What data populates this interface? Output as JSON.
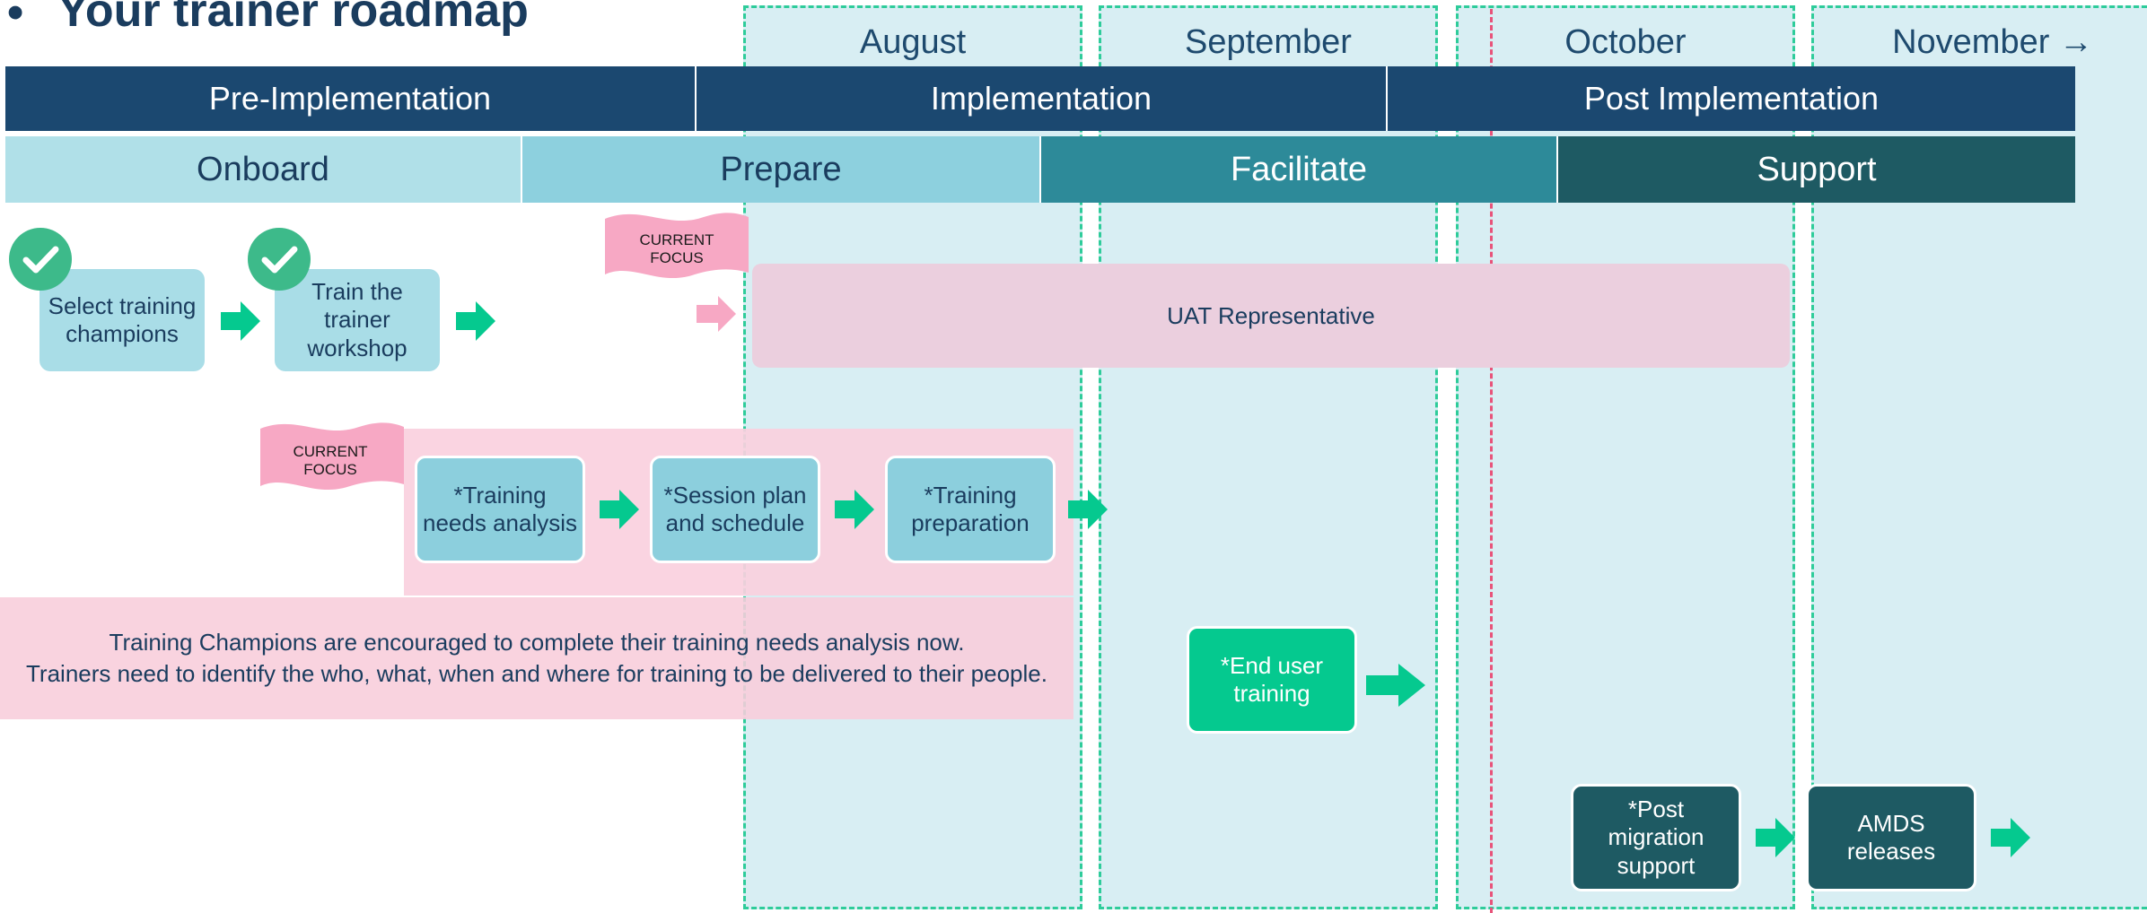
{
  "title": "Your trainer roadmap",
  "months": [
    "August",
    "September",
    "October",
    "November →"
  ],
  "phases": [
    "Pre-Implementation",
    "Implementation",
    "Post Implementation"
  ],
  "stages": [
    {
      "label": "Onboard",
      "bg": "#b0e0e8",
      "fg": "#1a3c5e"
    },
    {
      "label": "Prepare",
      "bg": "#8dd0de",
      "fg": "#1a3c5e"
    },
    {
      "label": "Facilitate",
      "bg": "#2d8a99",
      "fg": "#ffffff"
    },
    {
      "label": "Support",
      "bg": "#1e5a63",
      "fg": "#ffffff"
    }
  ],
  "flags": {
    "current_focus": "CURRENT FOCUS"
  },
  "tasks": {
    "select": "Select training champions",
    "train": "Train the trainer workshop",
    "uat": "UAT Representative",
    "needs": "*Training needs analysis",
    "session": "*Session plan and schedule",
    "prep": "*Training preparation",
    "enduser": "*End user training",
    "postmig": "*Post migration support",
    "amds": "AMDS releases"
  },
  "note": {
    "line1": "Training Champions are encouraged to complete their training needs analysis now.",
    "line2": "Trainers need to identify the who, what, when and where for training to be delivered to their people."
  },
  "colors": {
    "navy": "#1b4870",
    "arrow_green": "#05c98f",
    "focus_pink": "#f7a8c4",
    "dashed_green": "#2ecc9a",
    "today_line": "#e8537a"
  }
}
